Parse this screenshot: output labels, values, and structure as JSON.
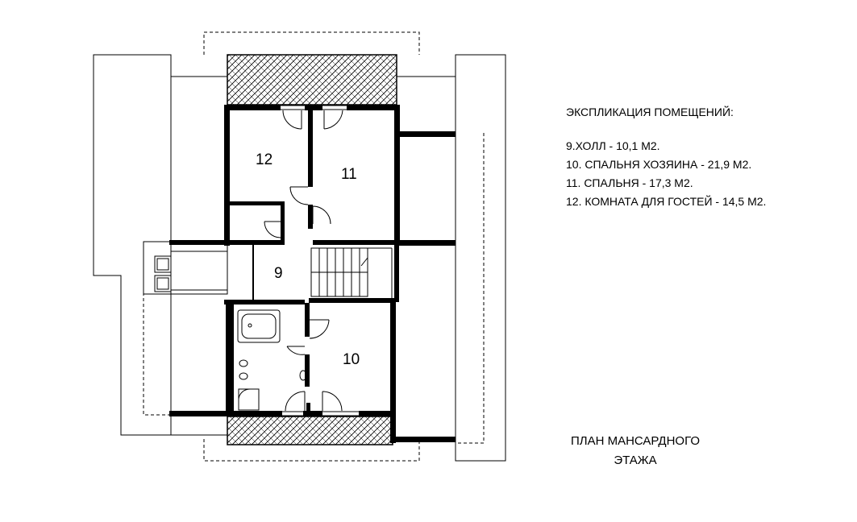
{
  "legend": {
    "title": "ЭКСПЛИКАЦИЯ ПОМЕЩЕНИЙ:",
    "items": [
      "9.ХОЛЛ - 10,1 М2.",
      "10. СПАЛЬНЯ ХОЗЯИНА - 21,9 М2.",
      "11. СПАЛЬНЯ - 17,3 М2.",
      "12. КОМНАТА ДЛЯ ГОСТЕЙ - 14,5 М2."
    ]
  },
  "caption": {
    "line1": "ПЛАН МАНСАРДНОГО",
    "line2": "ЭТАЖА"
  },
  "rooms": {
    "r9": "9",
    "r10": "10",
    "r11": "11",
    "r12": "12"
  }
}
